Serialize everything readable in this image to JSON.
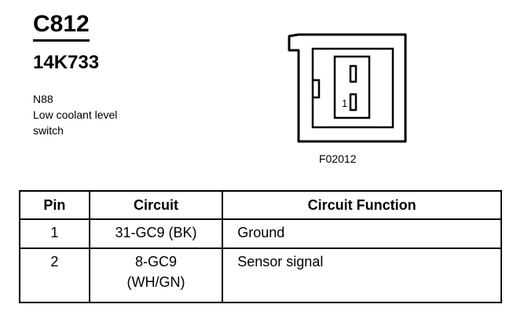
{
  "connector": {
    "id": "C812",
    "part_number": "14K733",
    "description_lines": [
      "N88",
      "Low coolant level",
      "switch"
    ],
    "figure_code": "F02012",
    "pin_labels": [
      "1"
    ]
  },
  "table": {
    "headers": [
      "Pin",
      "Circuit",
      "Circuit Function"
    ],
    "rows": [
      {
        "pin": "1",
        "circuit": [
          "31-GC9 (BK)"
        ],
        "function": "Ground"
      },
      {
        "pin": "2",
        "circuit": [
          "8-GC9",
          "(WH/GN)"
        ],
        "function": "Sensor signal"
      }
    ]
  }
}
